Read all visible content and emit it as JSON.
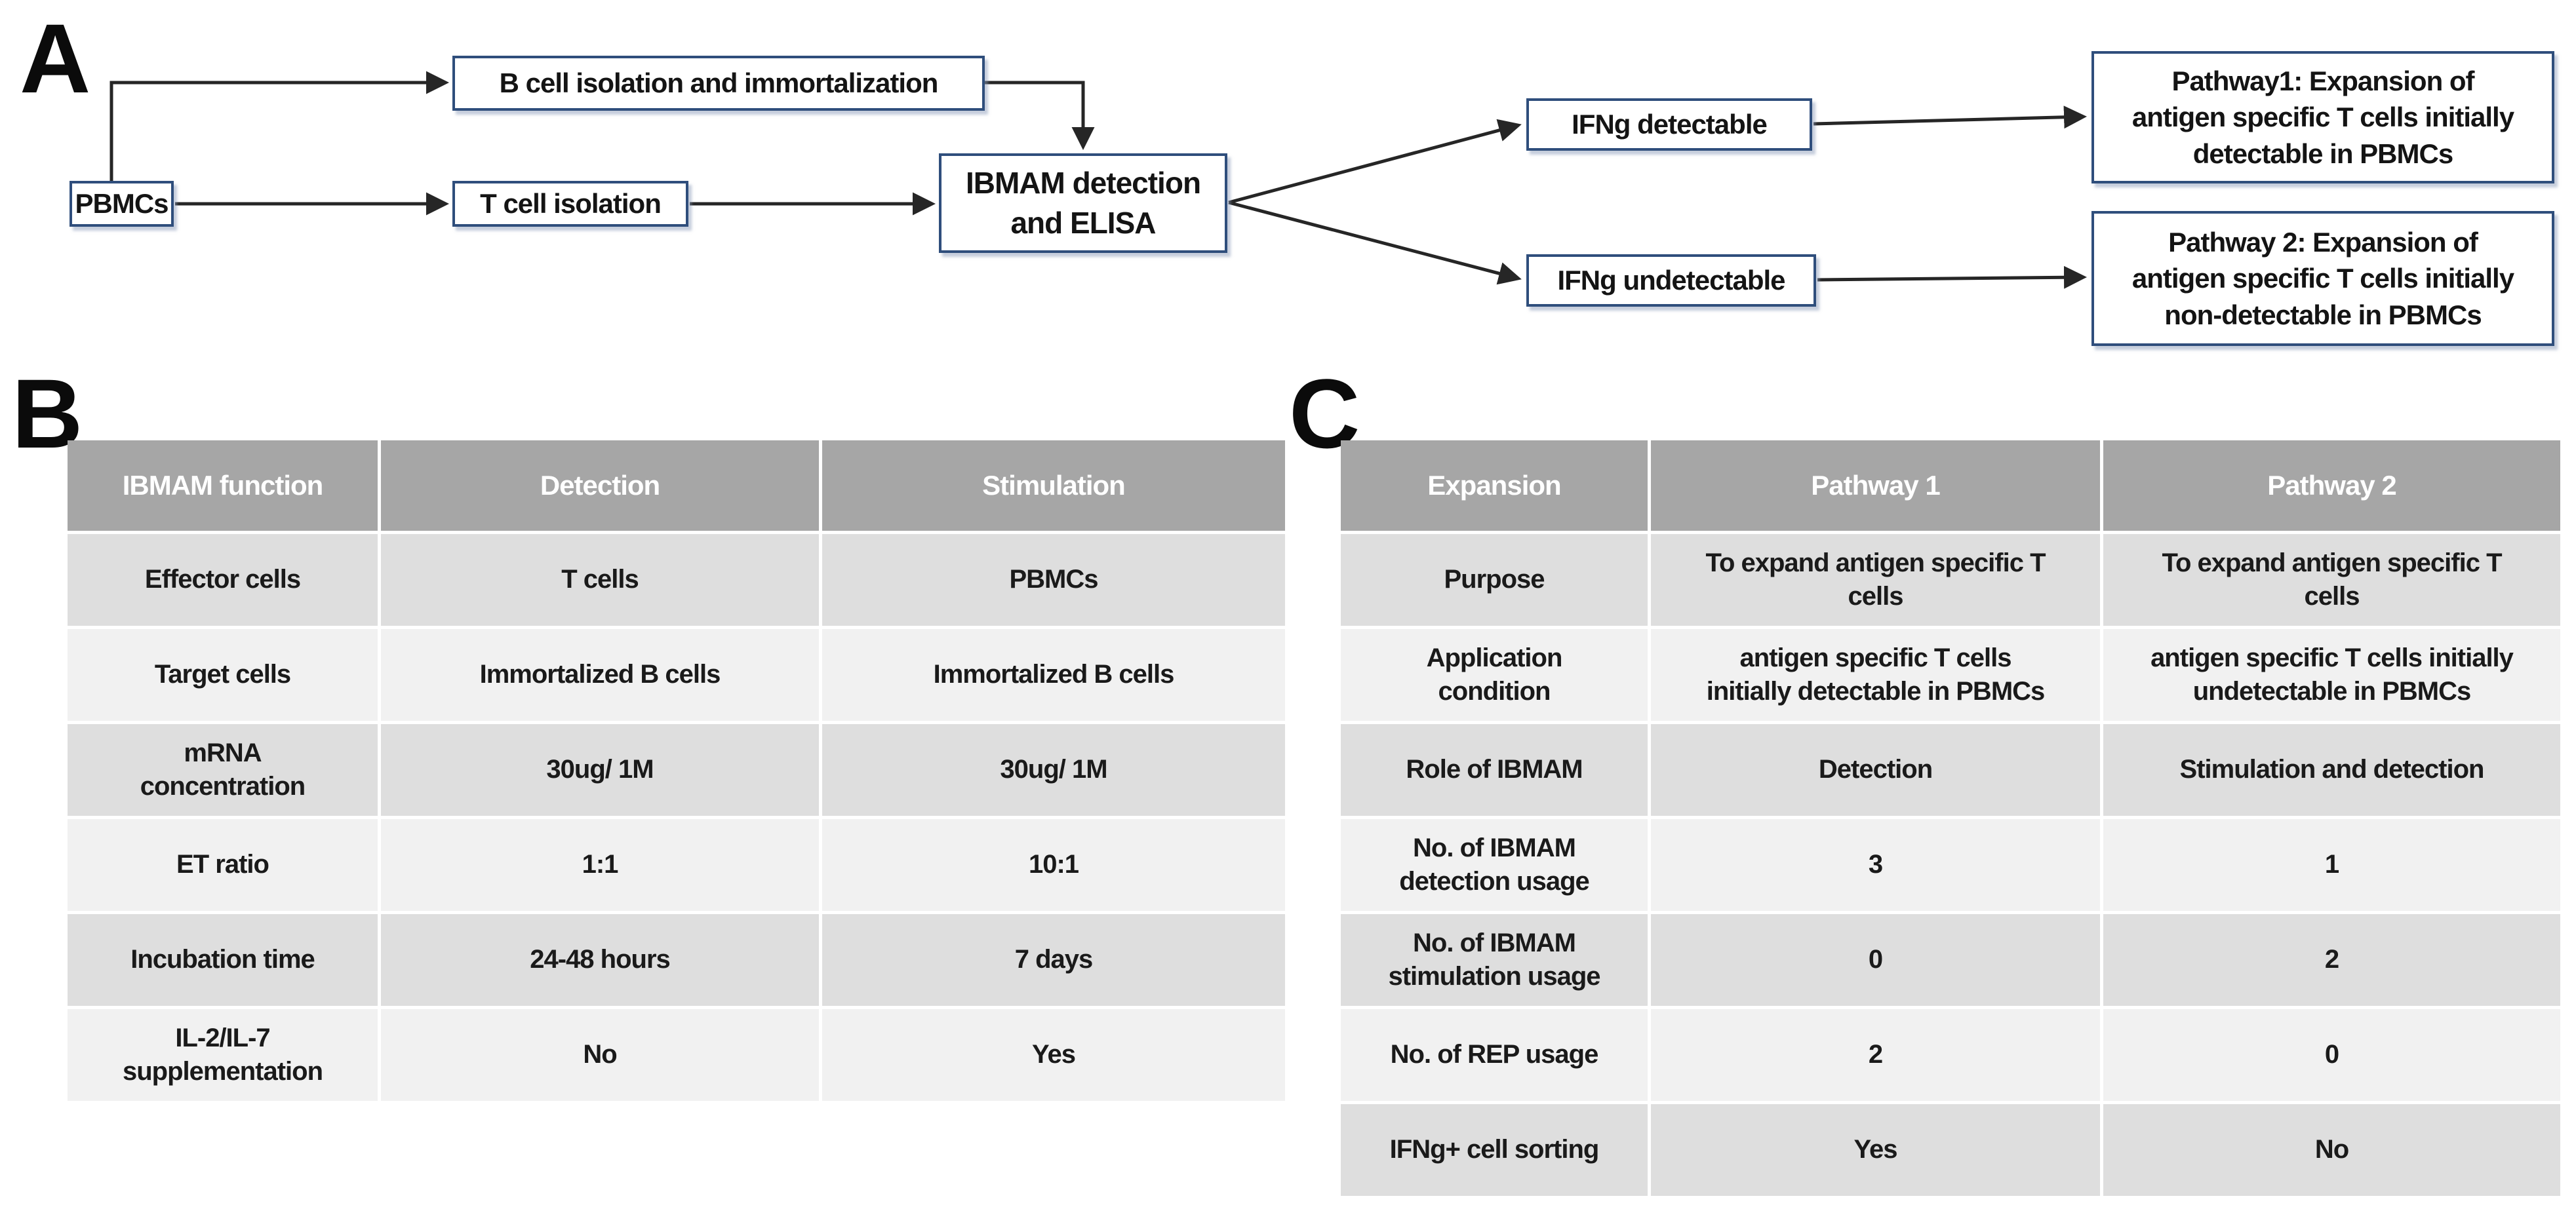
{
  "figure": {
    "colors": {
      "node_border": "#2f4e7c",
      "arrow": "#262626",
      "table_header_bg": "#a6a6a6",
      "table_header_text": "#ffffff",
      "table_row_dark": "#dedede",
      "table_row_light": "#f1f1f1"
    },
    "panel_a": {
      "label": "A",
      "nodes": {
        "pbmcs": "PBMCs",
        "b_cell": "B cell isolation and immortalization",
        "t_cell": "T cell isolation",
        "ibmam": "IBMAM detection\nand ELISA",
        "ifng_detectable": "IFNg detectable",
        "ifng_undetectable": "IFNg undetectable",
        "pathway1": "Pathway1: Expansion of\nantigen specific T cells initially\ndetectable in PBMCs",
        "pathway2": "Pathway 2: Expansion of\nantigen specific T cells initially\nnon-detectable in PBMCs"
      },
      "edges": [
        {
          "from": "pbmcs",
          "to": "b_cell"
        },
        {
          "from": "pbmcs",
          "to": "t_cell"
        },
        {
          "from": "b_cell",
          "to": "ibmam"
        },
        {
          "from": "t_cell",
          "to": "ibmam"
        },
        {
          "from": "ibmam",
          "to": "ifng_detectable"
        },
        {
          "from": "ibmam",
          "to": "ifng_undetectable"
        },
        {
          "from": "ifng_detectable",
          "to": "pathway1"
        },
        {
          "from": "ifng_undetectable",
          "to": "pathway2"
        }
      ]
    },
    "panel_b": {
      "label": "B",
      "table": {
        "headers": [
          "IBMAM function",
          "Detection",
          "Stimulation"
        ],
        "rows": [
          [
            "Effector cells",
            "T cells",
            "PBMCs"
          ],
          [
            "Target cells",
            "Immortalized B cells",
            "Immortalized B cells"
          ],
          [
            "mRNA\nconcentration",
            "30ug/ 1M",
            "30ug/ 1M"
          ],
          [
            "ET ratio",
            "1:1",
            "10:1"
          ],
          [
            "Incubation time",
            "24-48 hours",
            "7 days"
          ],
          [
            "IL-2/IL-7\nsupplementation",
            "No",
            "Yes"
          ]
        ]
      }
    },
    "panel_c": {
      "label": "C",
      "table": {
        "headers": [
          "Expansion",
          "Pathway 1",
          "Pathway 2"
        ],
        "rows": [
          [
            "Purpose",
            "To expand antigen specific T\ncells",
            "To expand antigen specific T\ncells"
          ],
          [
            "Application\ncondition",
            "antigen specific T cells\ninitially detectable in PBMCs",
            "antigen specific T cells initially\nundetectable in PBMCs"
          ],
          [
            "Role of IBMAM",
            "Detection",
            "Stimulation and detection"
          ],
          [
            "No. of IBMAM\ndetection usage",
            "3",
            "1"
          ],
          [
            "No. of IBMAM\nstimulation usage",
            "0",
            "2"
          ],
          [
            "No. of REP usage",
            "2",
            "0"
          ],
          [
            "IFNg+ cell sorting",
            "Yes",
            "No"
          ]
        ]
      }
    }
  }
}
